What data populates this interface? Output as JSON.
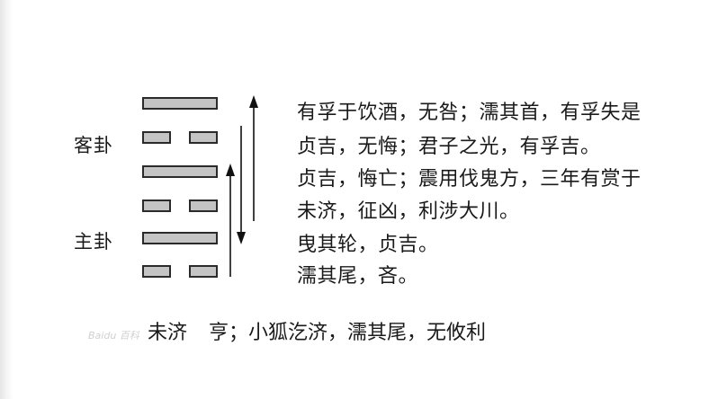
{
  "labels": {
    "guest": "客卦",
    "host": "主卦"
  },
  "hexagram": {
    "lines": [
      {
        "type": "yang"
      },
      {
        "type": "yin"
      },
      {
        "type": "yang"
      },
      {
        "type": "yin"
      },
      {
        "type": "yang"
      },
      {
        "type": "yin"
      }
    ]
  },
  "texts": [
    "有孚于饮酒，无咎；濡其首，有孚失是",
    "贞吉，无悔；君子之光，有孚吉。",
    "贞吉，悔亡；震用伐鬼方，三年有赏于",
    "未济，征凶，利涉大川。",
    "曳其轮，贞吉。",
    "濡其尾，吝。"
  ],
  "caption": {
    "name": "未济",
    "judgment": "亨；小狐汔济，濡其尾，无攸利"
  },
  "watermark": "Baidu 百科",
  "colors": {
    "bar_fill": "#c4c4c4",
    "bar_border": "#2a2a2a"
  }
}
